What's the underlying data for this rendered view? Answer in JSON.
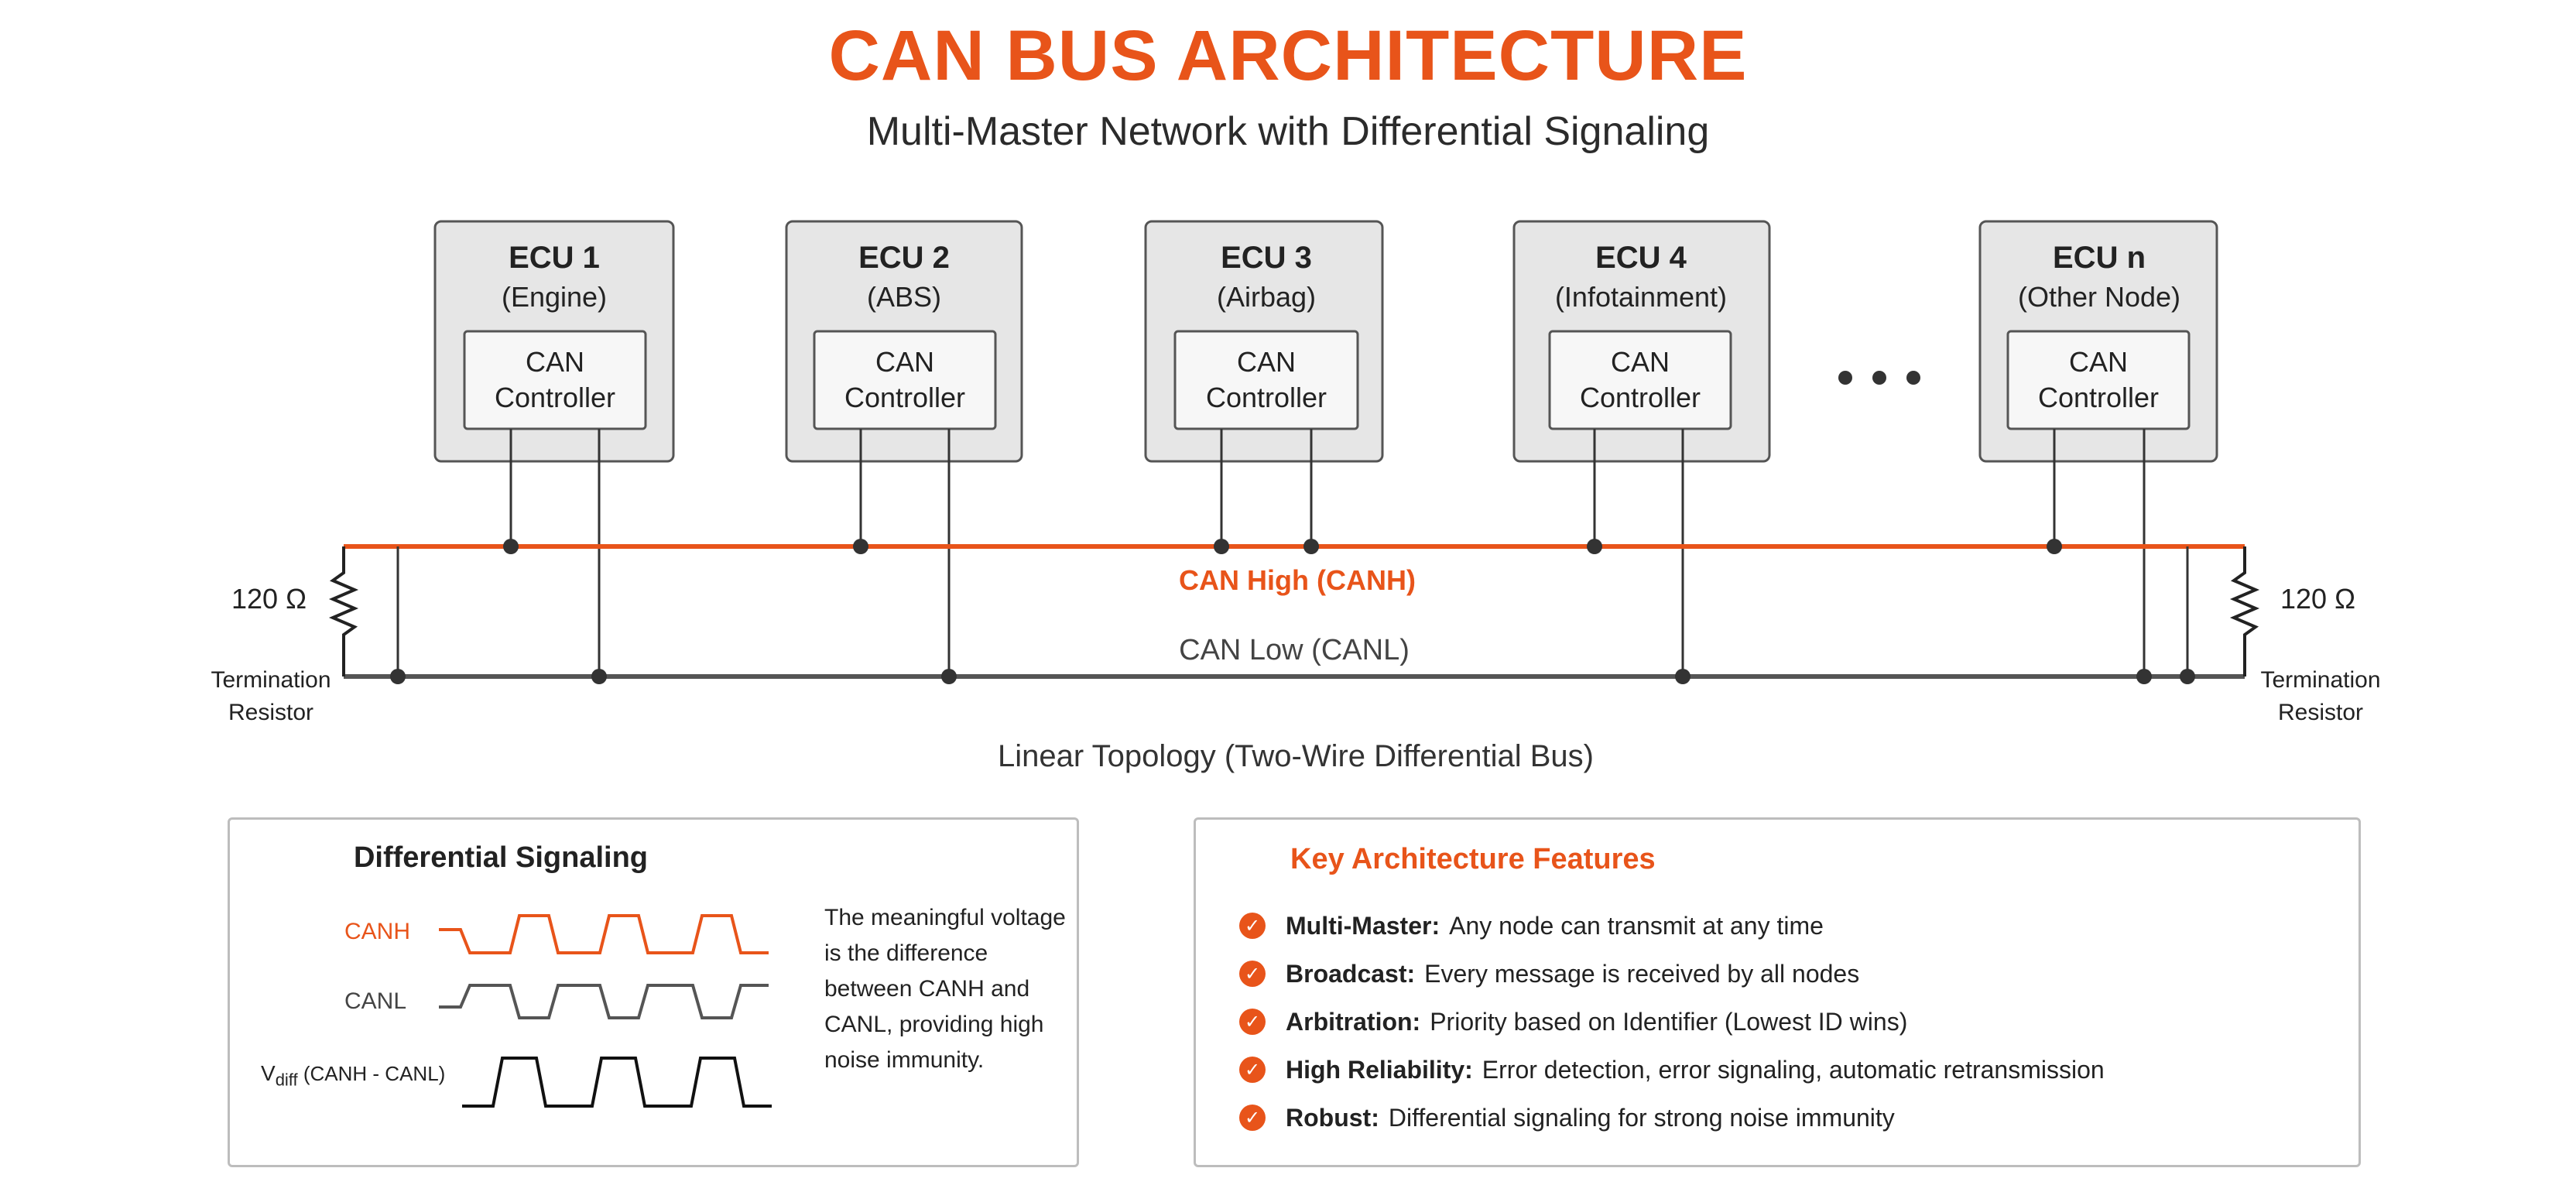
{
  "header": {
    "title": "CAN BUS ARCHITECTURE",
    "subtitle": "Multi-Master Network with Differential Signaling"
  },
  "nodes": [
    {
      "name": "ECU 1",
      "role": "(Engine)",
      "controller_line1": "CAN",
      "controller_line2": "Controller"
    },
    {
      "name": "ECU 2",
      "role": "(ABS)",
      "controller_line1": "CAN",
      "controller_line2": "Controller"
    },
    {
      "name": "ECU 3",
      "role": "(Airbag)",
      "controller_line1": "CAN",
      "controller_line2": "Controller"
    },
    {
      "name": "ECU 4",
      "role": "(Infotainment)",
      "controller_line1": "CAN",
      "controller_line2": "Controller"
    },
    {
      "name": "ECU n",
      "role": "(Other Node)",
      "controller_line1": "CAN",
      "controller_line2": "Controller"
    }
  ],
  "bus": {
    "canh_label": "CAN High (CANH)",
    "canl_label": "CAN Low (CANL)",
    "topology_label": "Linear Topology (Two-Wire Differential Bus)",
    "left_resistor": {
      "value": "120 Ω",
      "line1": "Termination",
      "line2": "Resistor"
    },
    "right_resistor": {
      "value": "120 Ω",
      "line1": "Termination",
      "line2": "Resistor"
    }
  },
  "differential": {
    "title": "Differential Signaling",
    "canh_label": "CANH",
    "canl_label": "CANL",
    "vdiff_main": "V",
    "vdiff_sub": "diff",
    "vdiff_suffix": " (CANH - CANL)",
    "description": "The meaningful voltage is the difference between CANH and CANL, providing high noise immunity."
  },
  "features": {
    "title": "Key Architecture Features",
    "items": [
      {
        "name": "Multi-Master:",
        "text": "Any node can transmit at any time"
      },
      {
        "name": "Broadcast:",
        "text": "Every message is received by all nodes"
      },
      {
        "name": "Arbitration:",
        "text": "Priority based on Identifier (Lowest ID wins)"
      },
      {
        "name": "High Reliability:",
        "text": "Error detection, error signaling, automatic retransmission"
      },
      {
        "name": "Robust:",
        "text": "Differential signaling for strong noise immunity"
      }
    ]
  },
  "colors": {
    "accent": "#e8541a",
    "canl_wire": "#555555",
    "ecu_fill": "#e6e6e6",
    "controller_fill": "#f7f7f7"
  },
  "icons": {
    "feature_bullet": "check-circle-icon",
    "more_nodes": "ellipsis-icon",
    "resistor": "resistor-icon"
  }
}
